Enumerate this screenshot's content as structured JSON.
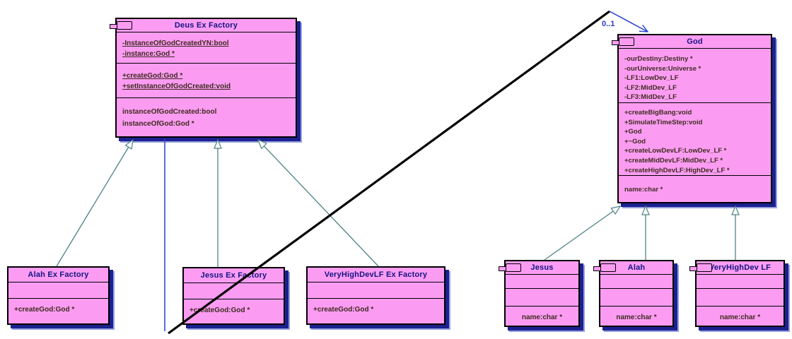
{
  "classes": {
    "deus_ex_factory": {
      "title": "Deus Ex Factory",
      "attributes": [
        "-InstanceOfGodCreatedYN:bool",
        "-instance:God *"
      ],
      "methods": [
        "+createGod:God *",
        "+setInstanceOfGodCreated:void"
      ],
      "properties": [
        "instanceOfGodCreated:bool",
        "instanceOfGod:God *"
      ]
    },
    "alah_ex_factory": {
      "title": "Alah Ex Factory",
      "methods": [
        "+createGod:God *"
      ]
    },
    "jesus_ex_factory": {
      "title": "Jesus Ex Factory",
      "methods": [
        "+createGod:God *"
      ]
    },
    "veryhighdevlf_ex_factory": {
      "title": "VeryHighDevLF Ex Factory",
      "methods": [
        "+createGod:God *"
      ]
    },
    "god": {
      "title": "God",
      "attributes": [
        "-ourDestiny:Destiny *",
        "-ourUniverse:Universe *",
        "-LF1:LowDev_LF",
        "-LF2:MidDev_LF",
        "-LF3:MidDev_LF"
      ],
      "methods": [
        "+createBigBang:void",
        "+SimulateTimeStep:void",
        "+God",
        "+~God",
        "+createLowDevLF:LowDev_LF *",
        "+createMidDevLF:MidDev_LF *",
        "+createHighDevLF:HighDev_LF *"
      ],
      "properties": [
        "name:char *"
      ]
    },
    "jesus": {
      "title": "Jesus",
      "properties": [
        "name:char *"
      ]
    },
    "alah": {
      "title": "Alah",
      "properties": [
        "name:char *"
      ]
    },
    "veryhighdev_lf": {
      "title": "VeryHighDev LF",
      "properties": [
        "name:char *"
      ]
    }
  },
  "association": {
    "multiplicity_label": "0..1"
  },
  "colors": {
    "class_fill": "#FB9CF2",
    "class_border": "#000000",
    "drop_shadow": "#1C2190",
    "title_text": "#141483",
    "member_text": "#3F2B20",
    "inheritance_line": "#4E8383",
    "association_line": "#2A3FD6",
    "crossing_line": "#000000"
  }
}
